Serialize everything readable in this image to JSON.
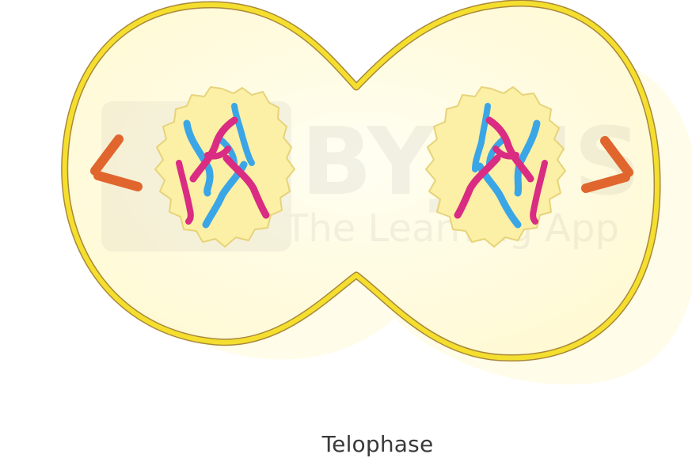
{
  "diagram": {
    "caption": "Telophase",
    "watermark": {
      "brand": "BYJU'S",
      "tagline": "The Learning App"
    }
  },
  "colors": {
    "cell_fill": "#fffce3",
    "cell_membrane": "#f5df2e",
    "cell_outline": "#a9883b",
    "nucleus_fill": "#fbf0a6",
    "nucleus_outline": "#e7d37a",
    "chromosome_pink": "#d92c82",
    "chromosome_blue": "#3ba6e6",
    "centriole": "#e0662e"
  }
}
